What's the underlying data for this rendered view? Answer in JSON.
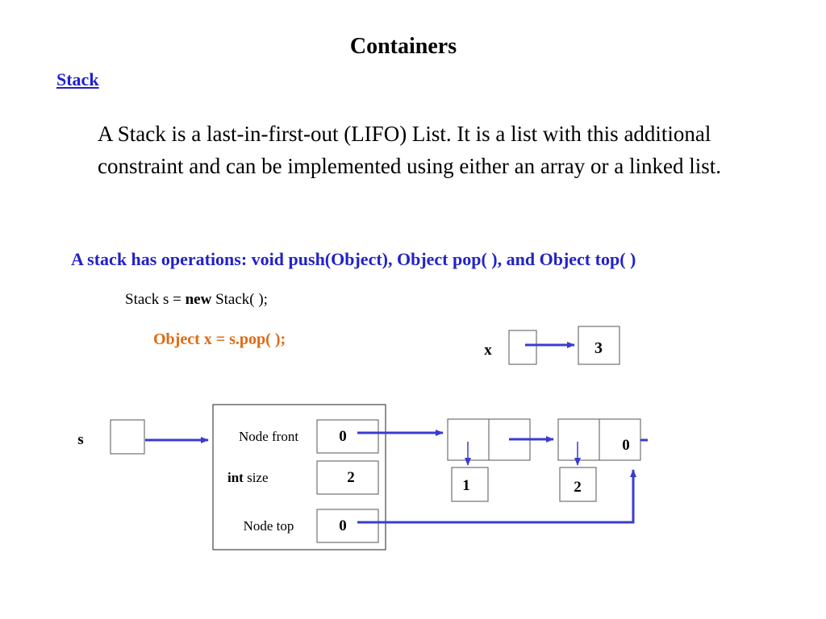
{
  "title": "Containers",
  "subtitle": "Stack",
  "paragraph": "A Stack is a last-in-first-out (LIFO) List.  It is a list with this additional constraint and can be implemented using either an array or a linked list.",
  "operations_line": "A stack has operations: void push(Object), Object pop( ), and Object top( )",
  "code_line_1": {
    "pre": "Stack s = ",
    "keyword": "new",
    "post": " Stack( );"
  },
  "code_line_2": "Object x = s.pop( );",
  "colors": {
    "accent_blue": "#3b3bd1",
    "title_blue": "#1f1fcf",
    "code_orange": "#e06a10"
  },
  "diagram": {
    "x_label": "x",
    "x_value": "3",
    "s_label": "s",
    "stack_object": {
      "front_label": "Node front",
      "front_value": "0",
      "size_label_keyword": "int",
      "size_label_rest": " size",
      "size_value": "2",
      "top_label": "Node top",
      "top_value": "0"
    },
    "nodes": [
      {
        "data_value": "1"
      },
      {
        "data_value": "2",
        "next_value": "0"
      }
    ]
  }
}
